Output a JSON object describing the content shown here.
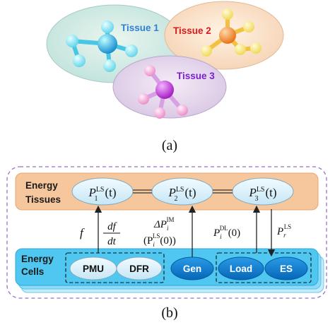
{
  "panel_a": {
    "caption": "(a)",
    "tissues": [
      {
        "label": "Tissue 1",
        "color": "#2f7fd6",
        "center_color": "#1ea0e0",
        "node_color": "#7ee3f2"
      },
      {
        "label": "Tissue 2",
        "color": "#d81b1b",
        "center_color": "#f0882a",
        "node_color": "#f7e27a"
      },
      {
        "label": "Tissue 3",
        "color": "#7a1fd0",
        "center_color": "#c02fd6",
        "node_color": "#f3a9d6"
      }
    ]
  },
  "panel_b": {
    "caption": "(b)",
    "energy_tissues_label": [
      "Energy",
      "Tissues"
    ],
    "energy_cells_label": [
      "Energy",
      "Cells"
    ],
    "tissue_nodes": [
      {
        "P": "P",
        "sup": "LS",
        "sub": "1",
        "arg": "(t)"
      },
      {
        "P": "P",
        "sup": "LS",
        "sub": "2",
        "arg": "(t)"
      },
      {
        "P": "P",
        "sup": "LS",
        "sub": "3",
        "arg": "(t)"
      }
    ],
    "cells": [
      "PMU",
      "DFR",
      "Gen",
      "Load",
      "ES"
    ],
    "annotations": {
      "f": "f",
      "df": "df",
      "dt": "dt",
      "delta_p_im": {
        "pre": "ΔP",
        "sub": "i",
        "sup": "IM"
      },
      "p_ls0": {
        "pre": "(P",
        "sub": "i",
        "sup": "LS",
        "post": "(0))"
      },
      "p_dl0": {
        "pre": "P",
        "sub": "i",
        "sup": "DL",
        "post": "(0)"
      },
      "p_r_ls": {
        "pre": "P",
        "sub": "r",
        "sup": "LS"
      }
    },
    "colors": {
      "tissue_bar": "#f6c79c",
      "cell_bar": "#4fc7f0",
      "oval_fill": "#d9eef8",
      "dark_oval": "#0a74c6",
      "dashed_frame": "#9b6fc7"
    }
  }
}
